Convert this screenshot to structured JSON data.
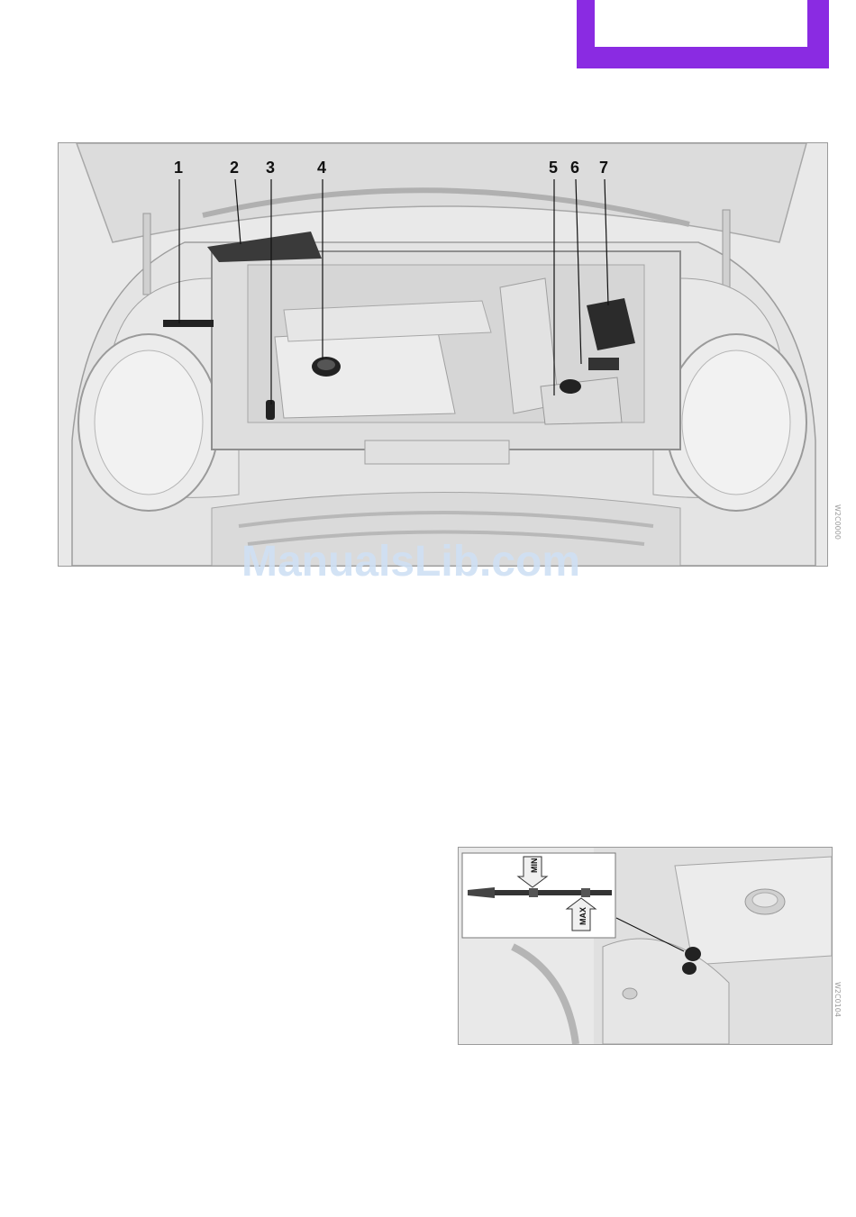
{
  "callouts": [
    "1",
    "2",
    "3",
    "4",
    "5",
    "6",
    "7"
  ],
  "dipstick": {
    "min_label": "MIN",
    "max_label": "MAX"
  },
  "figure_codes": {
    "main": "W2C0000",
    "dipstick": "W2C0104"
  },
  "watermark": "ManualsLib.com",
  "colors": {
    "tab_marker": "#8a2be2"
  }
}
